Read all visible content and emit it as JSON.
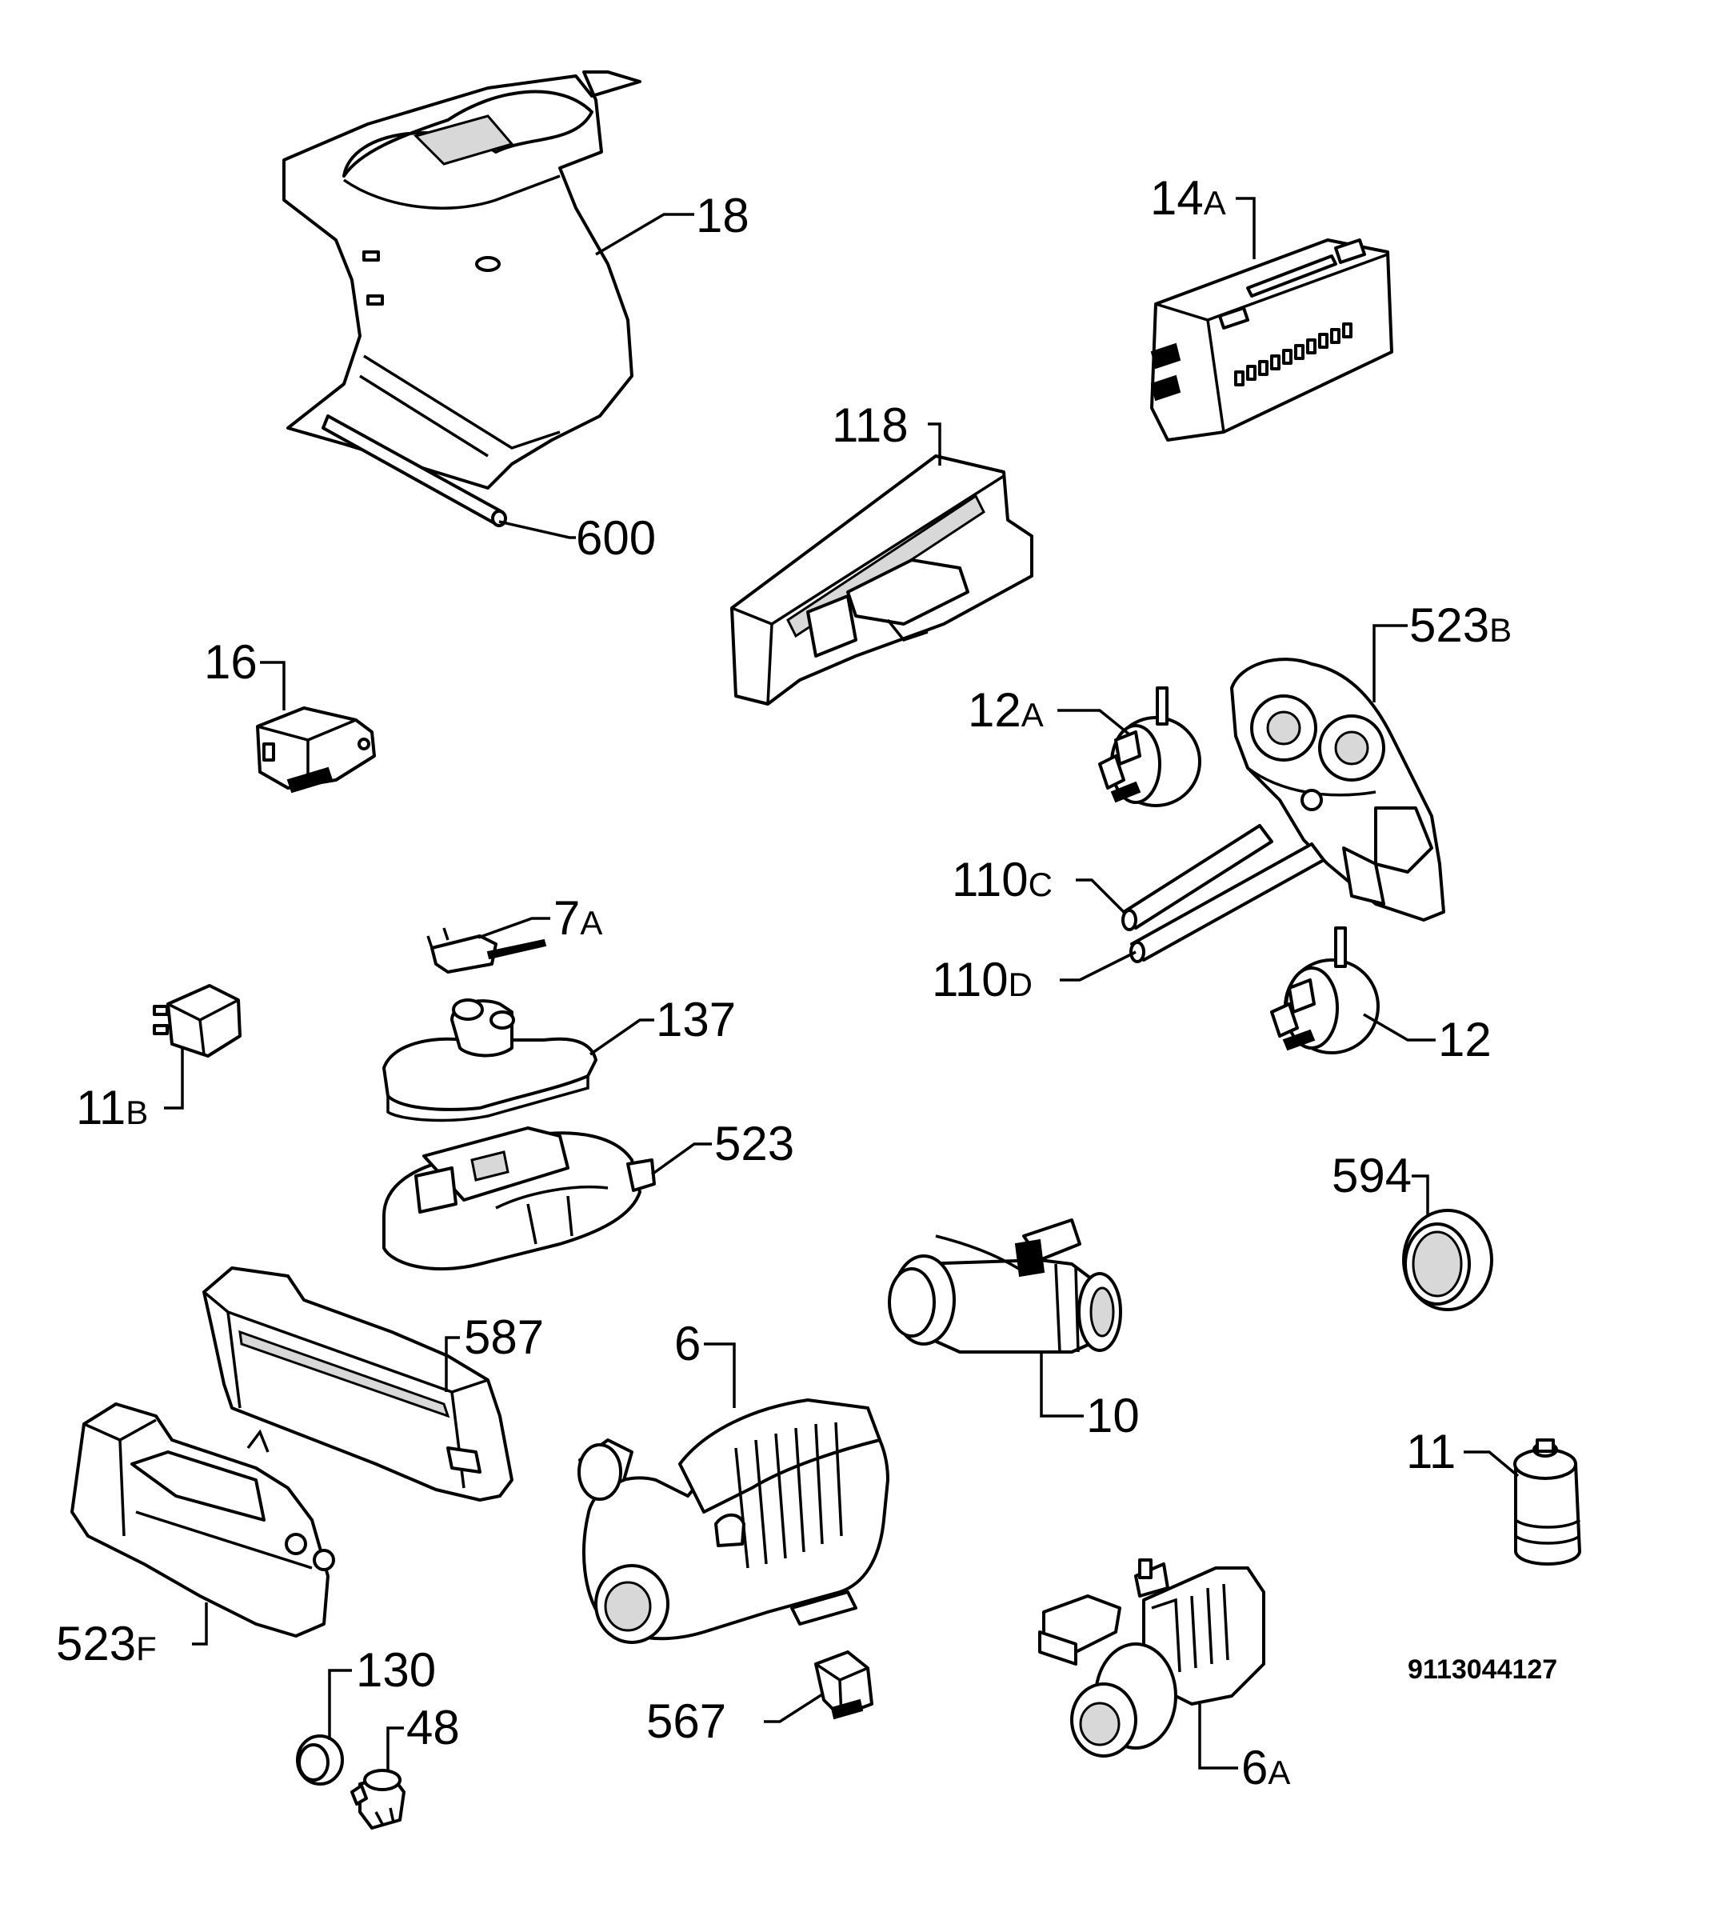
{
  "colors": {
    "line": "#000000",
    "background": "#ffffff",
    "shade": "#d8d8d8"
  },
  "labels": {
    "p18": {
      "num": "18",
      "suffix": ""
    },
    "p600": {
      "num": "600",
      "suffix": ""
    },
    "p14a": {
      "num": "14",
      "suffix": "A"
    },
    "p118": {
      "num": "118",
      "suffix": ""
    },
    "p16": {
      "num": "16",
      "suffix": ""
    },
    "p523b": {
      "num": "523",
      "suffix": "B"
    },
    "p12a": {
      "num": "12",
      "suffix": "A"
    },
    "p110c": {
      "num": "110",
      "suffix": "C"
    },
    "p110d": {
      "num": "110",
      "suffix": "D"
    },
    "p7a": {
      "num": "7",
      "suffix": "A"
    },
    "p137": {
      "num": "137",
      "suffix": ""
    },
    "p11b": {
      "num": "11",
      "suffix": "B"
    },
    "p12": {
      "num": "12",
      "suffix": ""
    },
    "p523": {
      "num": "523",
      "suffix": ""
    },
    "p594": {
      "num": "594",
      "suffix": ""
    },
    "p587": {
      "num": "587",
      "suffix": ""
    },
    "p6": {
      "num": "6",
      "suffix": ""
    },
    "p10": {
      "num": "10",
      "suffix": ""
    },
    "p11": {
      "num": "11",
      "suffix": ""
    },
    "p523f": {
      "num": "523",
      "suffix": "F"
    },
    "p130": {
      "num": "130",
      "suffix": ""
    },
    "p48": {
      "num": "48",
      "suffix": ""
    },
    "p567": {
      "num": "567",
      "suffix": ""
    },
    "p6a": {
      "num": "6",
      "suffix": "A"
    }
  },
  "diagram_code": "9113044127"
}
